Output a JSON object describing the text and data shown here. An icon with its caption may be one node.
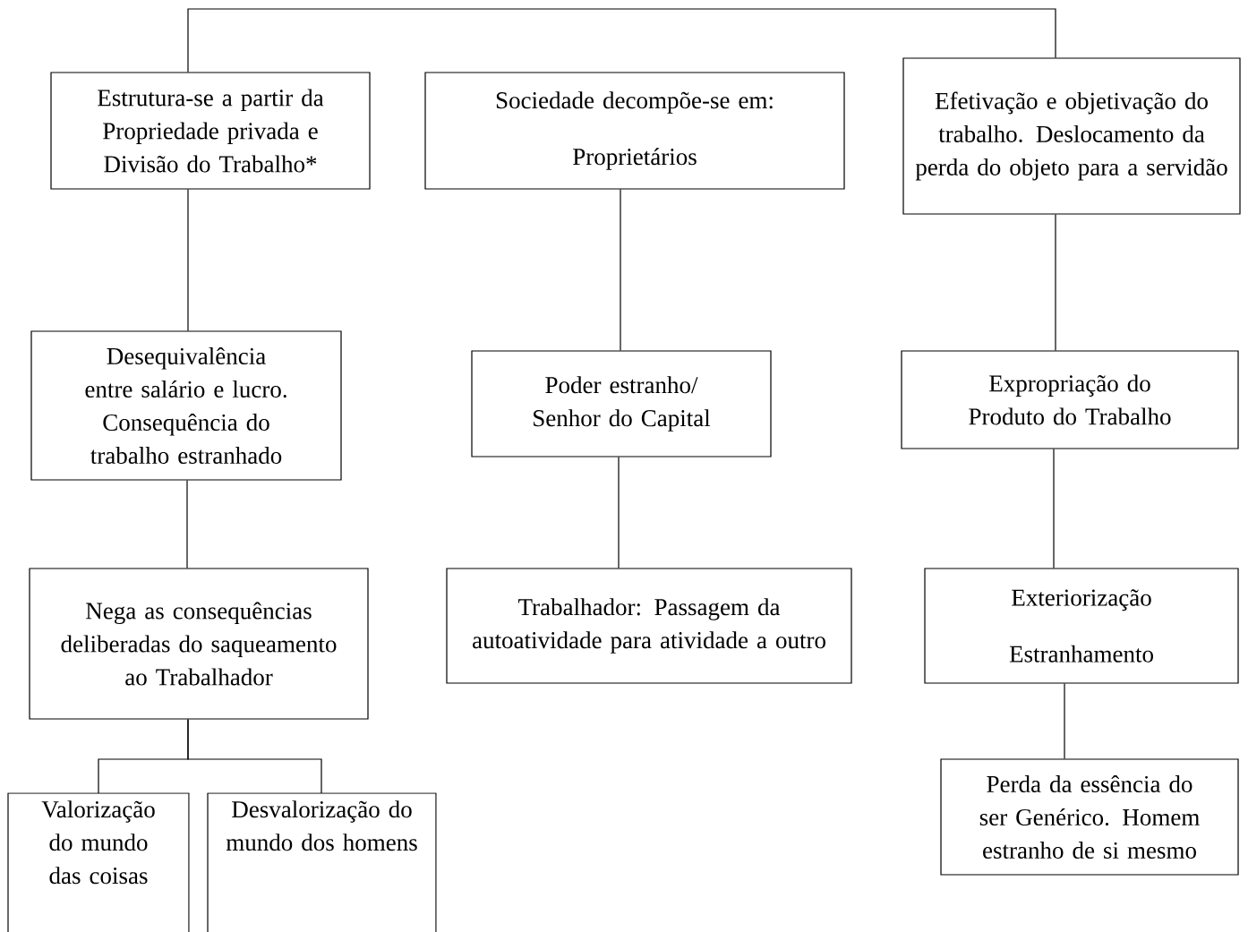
{
  "diagram": {
    "nodes": [
      {
        "text": [
          "Estrutura-se a partir da Propriedade privada e Divisão do Trabalho*"
        ]
      },
      {
        "text": [
          "Sociedade decompõe-se em:",
          "Proprietários"
        ]
      },
      {
        "text": [
          "Efetivação e objetivação do trabalho. Deslocamento da perda do objeto para a servidão"
        ]
      },
      {
        "text": [
          "Desequivalência entre salário e lucro. Consequência do trabalho estranhado"
        ]
      },
      {
        "text": [
          "Poder estranho/ Senhor do Capital"
        ]
      },
      {
        "text": [
          "Expropriação do Produto do Trabalho"
        ]
      },
      {
        "text": [
          "Nega as consequências deliberadas do saqueamento ao Trabalhador"
        ]
      },
      {
        "text": [
          "Trabalhador: Passagem da autoatividade para atividade a outro"
        ]
      },
      {
        "text": [
          "Exteriorização",
          "Estranhamento"
        ]
      },
      {
        "text": [
          "Valorização do mundo das coisas"
        ]
      },
      {
        "text": [
          "Desvalorização do mundo dos homens"
        ]
      },
      {
        "text": [
          "Perda da essência do ser Genérico. Homem estranho de si mesmo"
        ]
      }
    ],
    "edges": [
      {
        "from": 0,
        "to": 2,
        "arrow": "none"
      },
      {
        "from": 0,
        "to": 3,
        "arrow": "none"
      },
      {
        "from": 1,
        "to": 4,
        "arrow": "none"
      },
      {
        "from": 2,
        "to": 5,
        "arrow": "none"
      },
      {
        "from": 3,
        "to": 6,
        "arrow": "none"
      },
      {
        "from": 4,
        "to": 7,
        "arrow": "none"
      },
      {
        "from": 5,
        "to": 8,
        "arrow": "none"
      },
      {
        "from": 6,
        "to": 9,
        "arrow": "none"
      },
      {
        "from": 6,
        "to": 10,
        "arrow": "none"
      },
      {
        "from": 8,
        "to": 11,
        "arrow": "none"
      }
    ]
  }
}
